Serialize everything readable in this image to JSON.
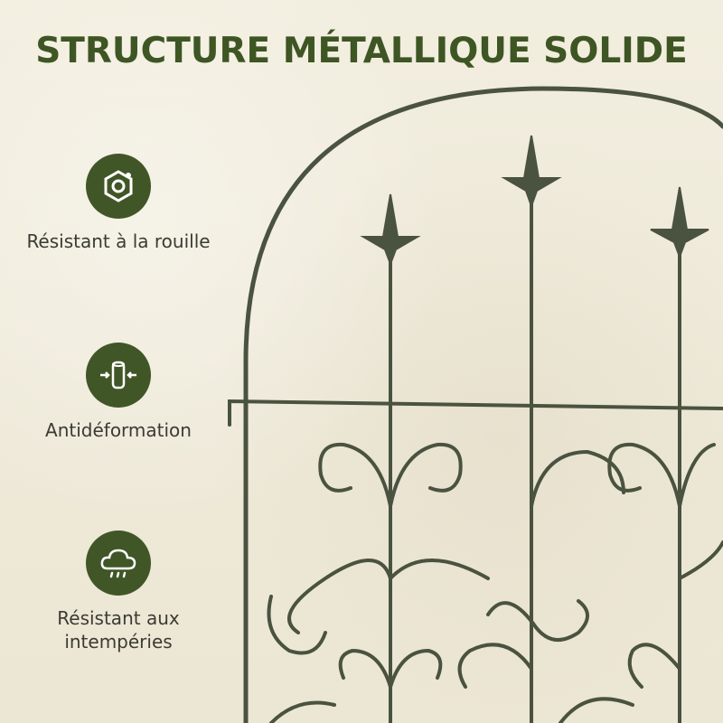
{
  "headline": "STRUCTURE MÉTALLIQUE SOLIDE",
  "features": [
    {
      "icon": "rust-resistant-nut-icon",
      "label": "Résistant à la rouille"
    },
    {
      "icon": "anti-deformation-icon",
      "label": "Antidéformation"
    },
    {
      "icon": "weather-resistant-cloud-icon",
      "label": "Résistant aux intempéries"
    }
  ],
  "colors": {
    "brand_green": "#405627",
    "headline_green": "#3e5524",
    "metal": "#4a5240",
    "wall": "#efeadb"
  }
}
